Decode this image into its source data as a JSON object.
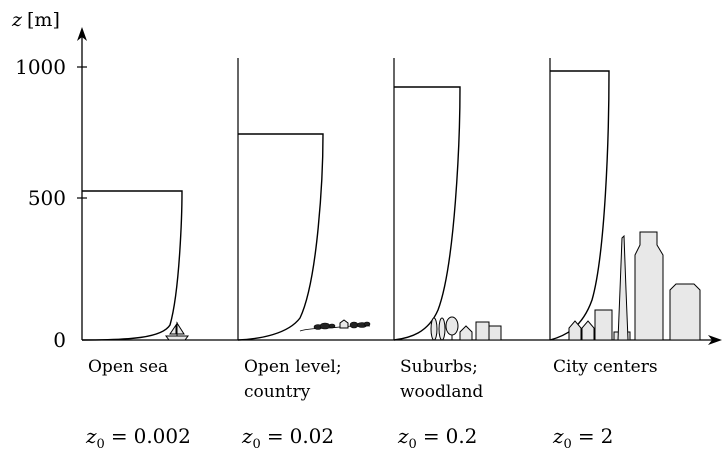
{
  "y_axis": {
    "label_var": "z",
    "label_unit": "[m]",
    "ticks": [
      "1000",
      "500",
      "0"
    ]
  },
  "panels": [
    {
      "line1": "Open sea",
      "line2": "",
      "z0_value": "0.002",
      "height_m": 540
    },
    {
      "line1": "Open level;",
      "line2": "country",
      "z0_value": "0.02",
      "height_m": 750
    },
    {
      "line1": "Suburbs;",
      "line2": "woodland",
      "z0_value": "0.2",
      "height_m": 930
    },
    {
      "line1": "City centers",
      "line2": "",
      "z0_value": "2",
      "height_m": 990
    }
  ],
  "z0_symbol": "z",
  "z0_subscript": "0",
  "z0_equals": "="
}
